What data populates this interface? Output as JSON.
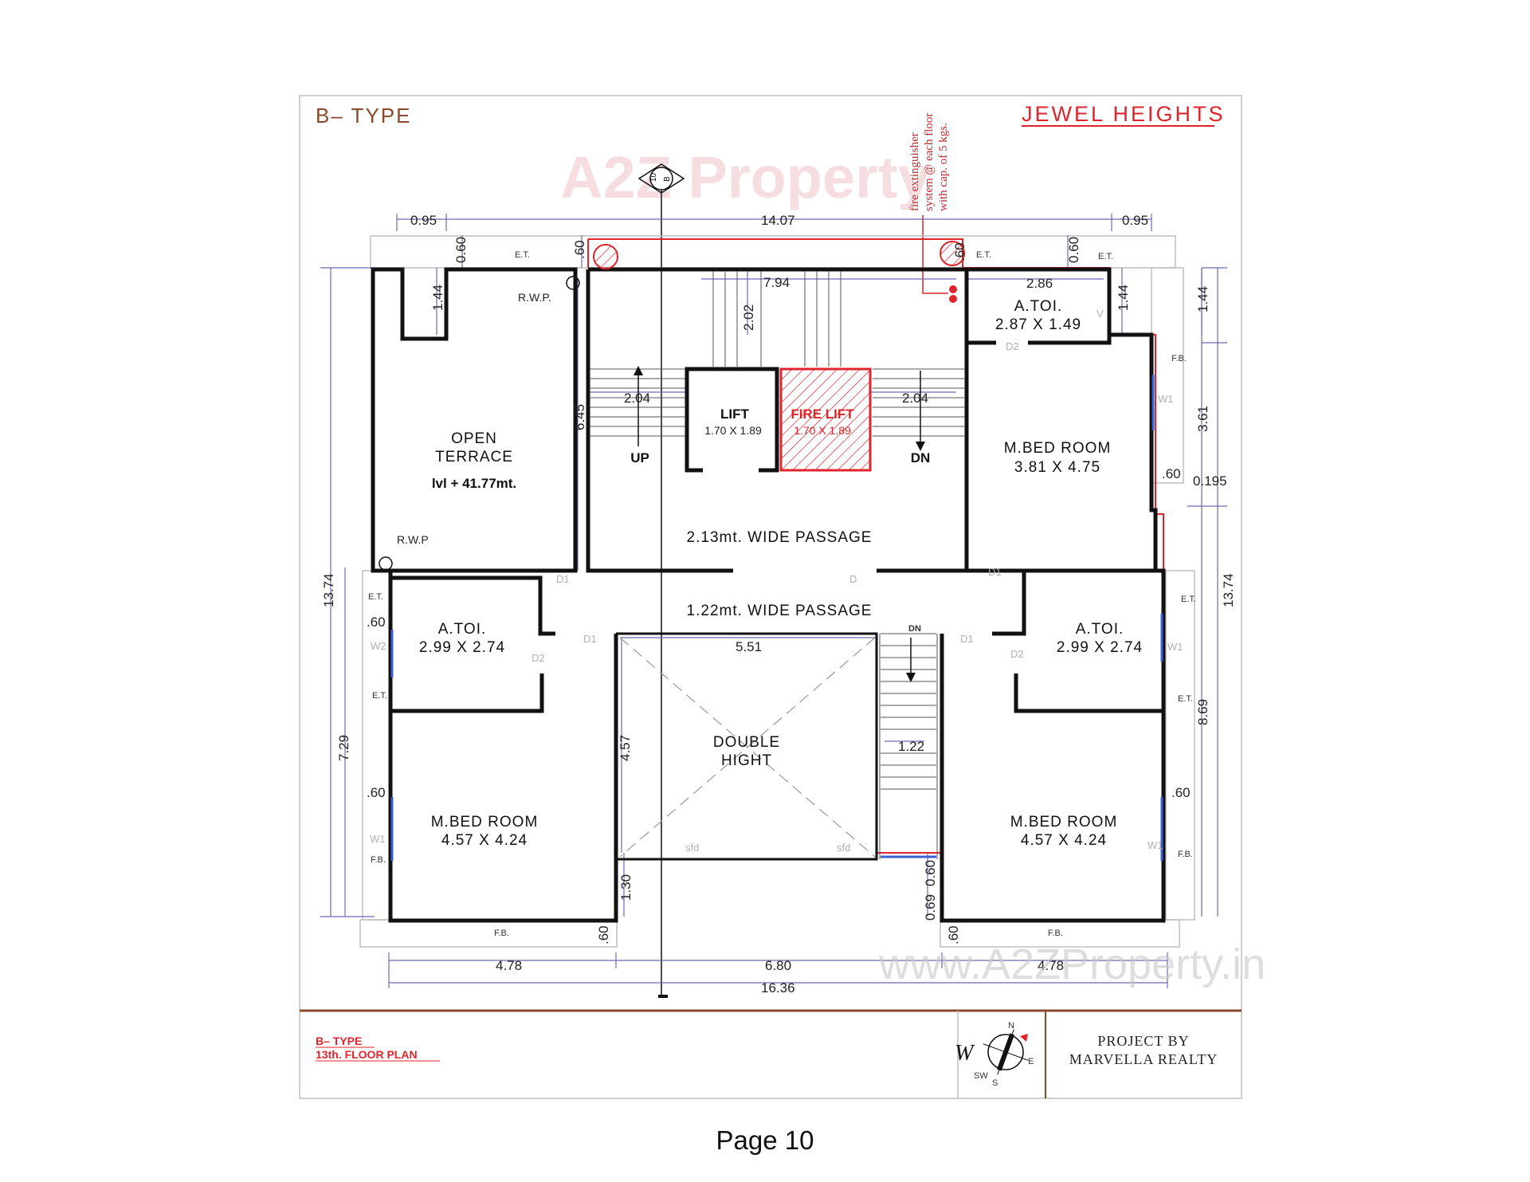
{
  "sheet": {
    "type_label": "B– TYPE",
    "project_name": "JEWEL HEIGHTS",
    "footer_title_line1": "B– TYPE",
    "footer_title_line2": "13th. FLOOR PLAN",
    "credit_line1": "PROJECT BY",
    "credit_line2": "MARVELLA REALTY",
    "section_marker_top": "10",
    "section_marker_bottom": "B"
  },
  "watermark": {
    "logo_text": "A2Z Property",
    "url_text": "www.A2ZProperty.in"
  },
  "fire_note": {
    "line1": "fire extinguisher",
    "line2": "system @ each floor",
    "line3": "with cap. of 5 kgs."
  },
  "rooms": {
    "open_terrace_line1": "OPEN",
    "open_terrace_line2": "TERRACE",
    "open_terrace_level": "lvl + 41.77mt.",
    "toilet_top_name": "A.TOI.",
    "toilet_top_size": "2.87  X  1.49",
    "mbed_top_name": "M.BED  ROOM",
    "mbed_top_size": "3.81  X  4.75",
    "lift_name": "LIFT",
    "lift_size": "1.70 X 1.89",
    "fire_lift_name": "FIRE LIFT",
    "fire_lift_size": "1.70 X 1.89",
    "stair_up": "UP",
    "stair_dn": "DN",
    "passage_wide": "2.13mt.  WIDE PASSAGE",
    "passage_narrow": "1.22mt.  WIDE PASSAGE",
    "toilet_left_name": "A.TOI.",
    "toilet_left_size": "2.99  X  2.74",
    "toilet_right_name": "A.TOI.",
    "toilet_right_size": "2.99  X  2.74",
    "double_height_line1": "DOUBLE",
    "double_height_line2": "HIGHT",
    "mbed_left_name": "M.BED  ROOM",
    "mbed_left_size": "4.57  X  4.24",
    "mbed_right_name": "M.BED  ROOM",
    "mbed_right_size": "4.57  X  4.24",
    "rwp": "R.W.P",
    "rwp_top": "R.W.P.",
    "small_stair_dn": "DN"
  },
  "tags": {
    "et": "E.T.",
    "fb": "F.B.",
    "d": "D",
    "d1": "D1",
    "d2": "D2",
    "w1": "W1",
    "w2": "W2",
    "v": "V",
    "sfd": "sfd"
  },
  "dimensions": {
    "top_left_proj": "0.95",
    "top_overall": "14.07",
    "top_right_proj": "0.95",
    "slab_left": "0.60",
    "slab_mid": ".60",
    "slab_right": "0.60",
    "slab_right_b": ".60",
    "stair_width": "7.94",
    "toilet_width": "2.86",
    "duct_h_left": "1.44",
    "duct_h_right": "1.44",
    "right_top": "1.44",
    "stair_flight": "2.02",
    "terrace_h": "6.45",
    "stair_left_w": "2.04",
    "stair_right_w": "2.04",
    "right_mid": "3.61",
    "right_offset": "0.195",
    "right_60a": ".60",
    "left_overall": "13.74",
    "right_overall": "13.74",
    "left_lower": "7.29",
    "right_lower": "8.69",
    "left_60a": ".60",
    "left_60b": ".60",
    "right_60b": ".60",
    "dh_width": "5.51",
    "dh_height": "4.57",
    "small_stair_w": "1.22",
    "bottom_130": "1.30",
    "bottom_060": "0.60",
    "bottom_069": "0.69",
    "bottom_60a": ".60",
    "bottom_60b": ".60",
    "bottom_left": "4.78",
    "bottom_mid": "6.80",
    "bottom_right": "4.78",
    "bottom_overall": "16.36"
  },
  "compass": {
    "w": "W",
    "n": "N",
    "e": "E",
    "s": "S",
    "sw": "SW"
  },
  "page": {
    "number_label": "Page 10"
  },
  "colors": {
    "red": "#e0242b",
    "wall": "#111111",
    "dim_line": "#6a6ab0",
    "blue_window": "#3a5fd0"
  }
}
